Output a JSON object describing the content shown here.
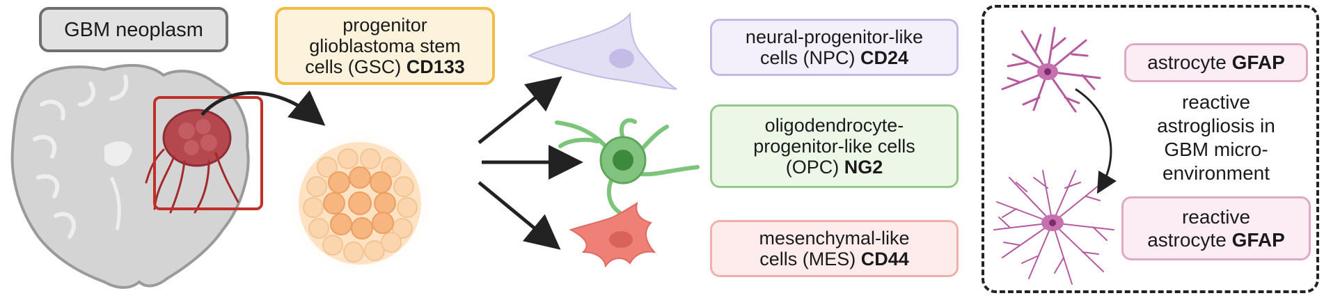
{
  "labels": {
    "gbm": "GBM neoplasm",
    "gsc": {
      "line1": "progenitor",
      "line2": "glioblastoma stem",
      "line3": "cells (GSC) ",
      "marker": "CD133"
    },
    "npc": {
      "line1": "neural-progenitor-like",
      "line2": "cells (NPC) ",
      "marker": "CD24"
    },
    "opc": {
      "line1": "oligodendrocyte-",
      "line2": "progenitor-like cells",
      "line3": "(OPC) ",
      "marker": "NG2"
    },
    "mes": {
      "line1": "mesenchymal-like",
      "line2": "cells (MES) ",
      "marker": "CD44"
    },
    "astrocyte": {
      "text": "astrocyte ",
      "marker": "GFAP"
    },
    "gliosis": {
      "line1": "reactive",
      "line2": "astrogliosis in",
      "line3": "GBM micro-",
      "line4": "environment"
    },
    "reactive_astrocyte": {
      "line1": "reactive",
      "line2": "astrocyte ",
      "marker": "GFAP"
    }
  },
  "colors": {
    "tumor": "#b5474f",
    "highlight_box": "#c0302a",
    "stem_cells": "#f5b27a",
    "npc_cell": "#d8d3f0",
    "opc_cell": "#7cc47a",
    "mes_cell": "#ef8077",
    "astrocyte": "#b55a9e",
    "brain": "#d6d6d6"
  }
}
